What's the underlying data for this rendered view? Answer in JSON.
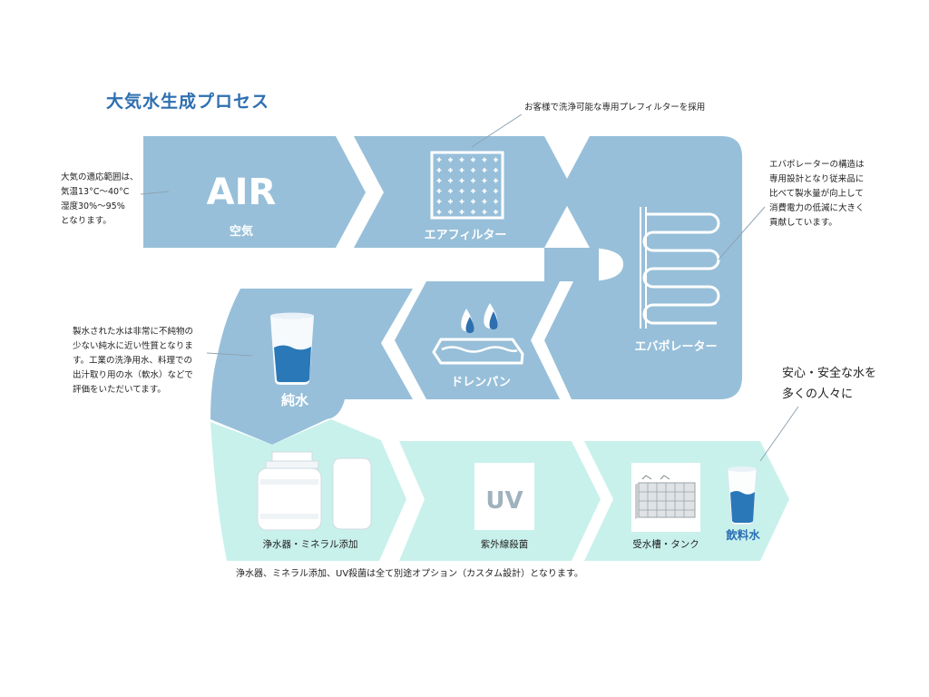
{
  "title": "大気水生成プロセス",
  "notes": {
    "prefilter": "お客様で洗浄可能な専用プレフィルターを採用",
    "air": "大気の適応範囲は、\n気温13°C〜40°C\n湿度30%〜95%\nとなります。",
    "evaporator": "エバポレーターの構造は\n専用設計となり従来品に\n比べて製水量が向上して\n消費電力の低減に大きく\n貢献しています。",
    "pure_water": "製水された水は非常に不純物の\n少ない純水に近い性質となりま\nす。工業の洗浄用水、料理での\n出汁取り用の水（軟水）などで\n評価をいただいてます。",
    "safe_line1": "安心・安全な水を",
    "safe_line2": "多くの人々に",
    "footer": "浄水器、ミネラル添加、UV殺菌は全て別途オプション（カスタム設計）となります。"
  },
  "stages": {
    "air_big": "AIR",
    "air": "空気",
    "filter": "エアフィルター",
    "evaporator": "エバポレーター",
    "drain_pan": "ドレンパン",
    "pure_water": "純水",
    "purifier": "浄水器・ミネラル添加",
    "uv_big": "UV",
    "uv": "紫外線殺菌",
    "tank": "受水槽・タンク",
    "drinking": "飲料水"
  },
  "colors": {
    "upper_flow": "#97bfd9",
    "lower_flow": "#c9f1ec",
    "title": "#2e6fb0",
    "drinking_label": "#2a6fb5"
  }
}
